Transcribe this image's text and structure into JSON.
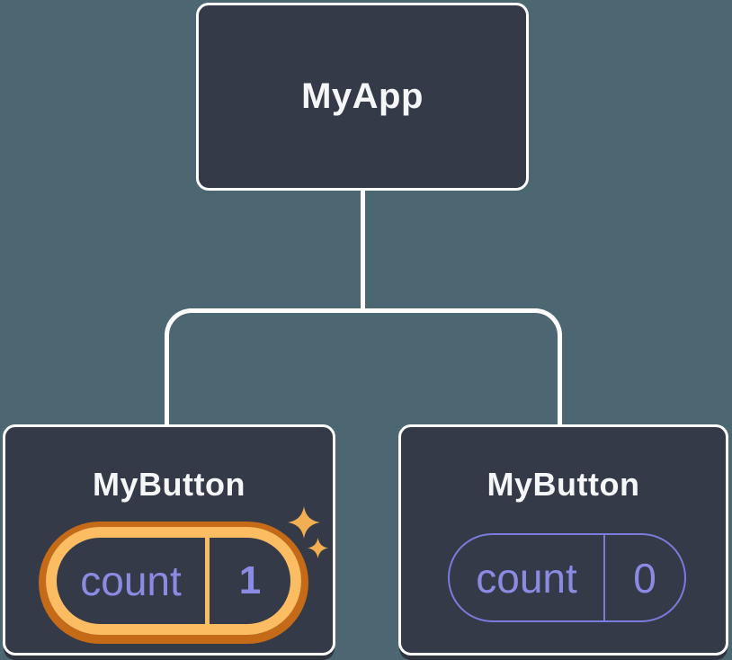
{
  "colors": {
    "background": "#4C6771",
    "node-fill": "#343A47",
    "node-border": "#FFFFFF",
    "connector": "#FFFFFF",
    "title-text": "#F5F6F8",
    "purple": "#8B8BE4",
    "pill-border-purple": "#7A7BDB",
    "gold": "#FBBC62",
    "orange": "#C56A16",
    "sparkle": "#F2AE53",
    "under-shadow": "#2E3440"
  },
  "tree": {
    "root": {
      "label": "MyApp"
    },
    "children": [
      {
        "label": "MyButton",
        "state_key": "count",
        "state_value": "1",
        "highlighted": true
      },
      {
        "label": "MyButton",
        "state_key": "count",
        "state_value": "0",
        "highlighted": false
      }
    ]
  }
}
